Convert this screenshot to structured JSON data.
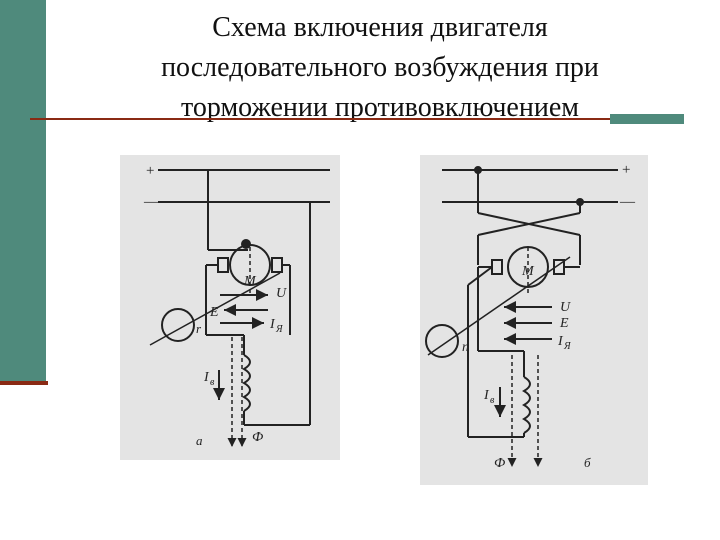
{
  "slide": {
    "title_lines": [
      "Схема включения двигателя",
      "последовательного возбуждения при",
      "торможении противовключением"
    ]
  },
  "colors": {
    "accent_bar": "#4f8a7c",
    "rule": "#8a2a14",
    "figure_background": "#e4e4e4"
  },
  "diagram_a": {
    "plus": "+",
    "minus": "—",
    "motor_label": "M",
    "voltage_label": "U",
    "emf_label": "E",
    "armature_current_label": "I",
    "armature_current_sub": "Я",
    "resistor_label": "r",
    "field_current_label": "I",
    "field_current_sub": "в",
    "flux_label": "Ф",
    "caption": "а"
  },
  "diagram_b": {
    "plus": "+",
    "minus": "—",
    "motor_label": "M",
    "voltage_label": "U",
    "emf_label": "E",
    "armature_current_label": "I",
    "armature_current_sub": "Я",
    "speed_label": "n",
    "field_current_label": "I",
    "field_current_sub": "в",
    "flux_label": "Ф",
    "caption": "б"
  }
}
